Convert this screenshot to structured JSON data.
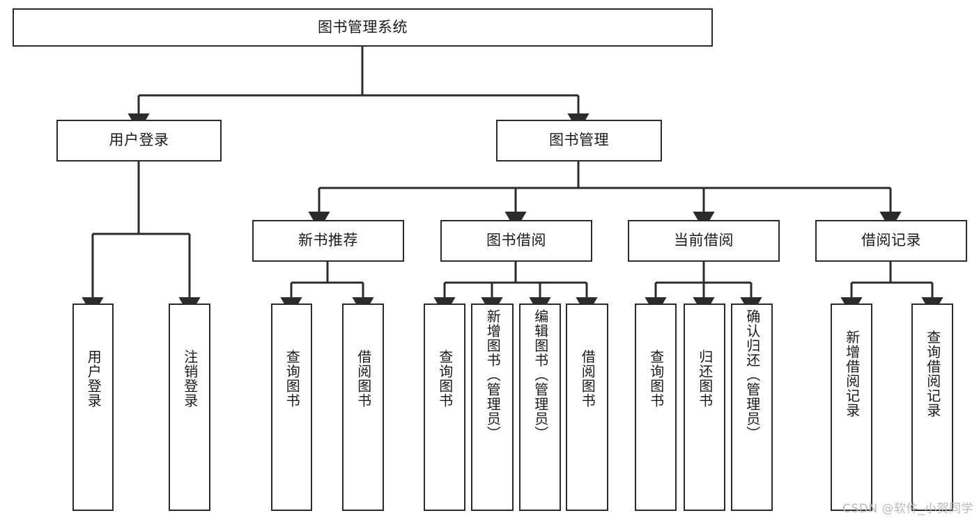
{
  "diagram": {
    "title": "图书管理系统",
    "type": "hierarchy-tree",
    "root": {
      "id": "root",
      "label": "图书管理系统",
      "orientation": "horizontal"
    },
    "level2": [
      {
        "id": "user-login",
        "label": "用户登录",
        "orientation": "horizontal"
      },
      {
        "id": "book-management",
        "label": "图书管理",
        "orientation": "horizontal"
      }
    ],
    "level3": [
      {
        "id": "new-book-recommend",
        "label": "新书推荐",
        "parent": "book-management",
        "orientation": "horizontal"
      },
      {
        "id": "book-borrow",
        "label": "图书借阅",
        "parent": "book-management",
        "orientation": "horizontal"
      },
      {
        "id": "current-borrow",
        "label": "当前借阅",
        "parent": "book-management",
        "orientation": "horizontal"
      },
      {
        "id": "borrow-record",
        "label": "借阅记录",
        "parent": "book-management",
        "orientation": "horizontal"
      }
    ],
    "leaves": [
      {
        "id": "leaf-user-login",
        "label": "用户登录",
        "parent": "user-login",
        "orientation": "vertical"
      },
      {
        "id": "leaf-user-logout",
        "label": "注销登录",
        "parent": "user-login",
        "orientation": "vertical"
      },
      {
        "id": "leaf-query-book-1",
        "label": "查询图书",
        "parent": "new-book-recommend",
        "orientation": "vertical"
      },
      {
        "id": "leaf-borrow-book-1",
        "label": "借阅图书",
        "parent": "new-book-recommend",
        "orientation": "vertical"
      },
      {
        "id": "leaf-query-book-2",
        "label": "查询图书",
        "parent": "book-borrow",
        "orientation": "vertical"
      },
      {
        "id": "leaf-add-book",
        "label": "新增图书（管理员）",
        "parent": "book-borrow",
        "orientation": "vertical"
      },
      {
        "id": "leaf-edit-book",
        "label": "编辑图书（管理员）",
        "parent": "book-borrow",
        "orientation": "vertical"
      },
      {
        "id": "leaf-borrow-book-2",
        "label": "借阅图书",
        "parent": "book-borrow",
        "orientation": "vertical"
      },
      {
        "id": "leaf-query-book-3",
        "label": "查询图书",
        "parent": "current-borrow",
        "orientation": "vertical"
      },
      {
        "id": "leaf-return-book",
        "label": "归还图书",
        "parent": "current-borrow",
        "orientation": "vertical"
      },
      {
        "id": "leaf-confirm-return",
        "label": "确认归还（管理员）",
        "parent": "current-borrow",
        "orientation": "vertical"
      },
      {
        "id": "leaf-add-record",
        "label": "新增借阅记录",
        "parent": "borrow-record",
        "orientation": "vertical"
      },
      {
        "id": "leaf-query-record",
        "label": "查询借阅记录",
        "parent": "borrow-record",
        "orientation": "vertical"
      }
    ],
    "watermark": "CSDN @软件_小贺同学",
    "colors": {
      "stroke": "#2b2b2b",
      "fill": "#ffffff",
      "text": "#1a1a1a",
      "watermark": "#b9b9b9"
    }
  }
}
